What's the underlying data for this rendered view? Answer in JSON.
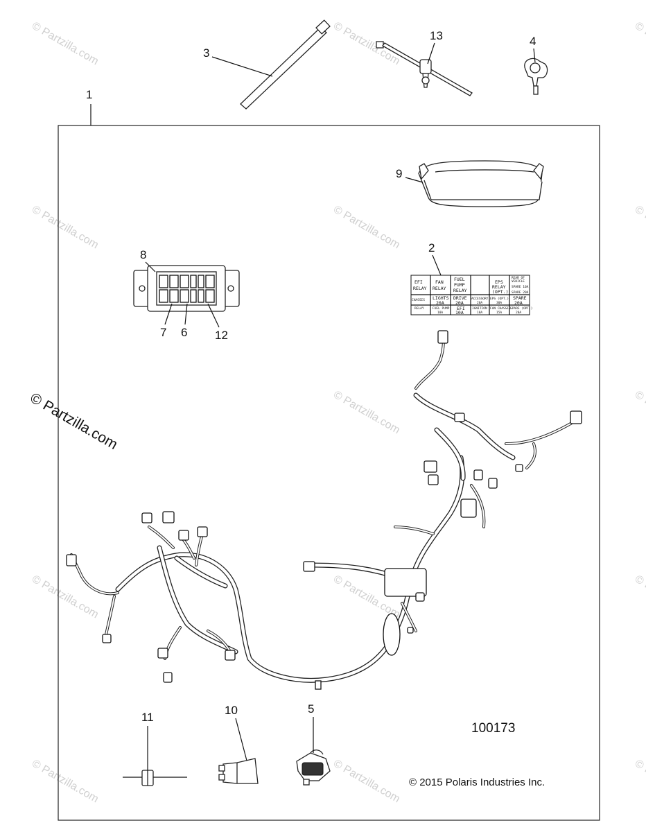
{
  "diagram": {
    "watermark": "© Partzilla.com",
    "drawing_number": "100173",
    "copyright": "© 2015 Polaris Industries Inc.",
    "callouts": {
      "c1": "1",
      "c2": "2",
      "c3": "3",
      "c4": "4",
      "c5": "5",
      "c6": "6",
      "c7": "7",
      "c8": "8",
      "c9": "9",
      "c10": "10",
      "c11": "11",
      "c12": "12",
      "c13": "13"
    },
    "fuse_label": {
      "r1": [
        "EFI",
        "FAN",
        "FUEL",
        "",
        "EPS",
        "REAR OF"
      ],
      "r1b": [
        "RELAY",
        "RELAY",
        "PUMP",
        "",
        "RELAY",
        "VEHICLE"
      ],
      "r1c": [
        "",
        "",
        "RELAY",
        "",
        "(OPT.)",
        "SPARE 10A"
      ],
      "r1d": [
        "",
        "",
        "",
        "",
        "",
        "SPARE 20A"
      ],
      "r2a": [
        "CHASSIS",
        "LIGHTS",
        "DRIVE",
        "ACCESSORY",
        "EPS (OPT.)",
        "SPARE"
      ],
      "r2b": [
        "RELAY",
        "20A",
        "20A",
        "20A",
        "30A",
        "20A"
      ],
      "r3": [
        "",
        "FUEL PUMP",
        "EFI",
        "IGNITION",
        "FAN CHASSIS",
        "SPARE (OPT.)"
      ],
      "r3b": [
        "",
        "10A",
        "10A",
        "10A",
        "15A",
        "20A"
      ]
    }
  }
}
